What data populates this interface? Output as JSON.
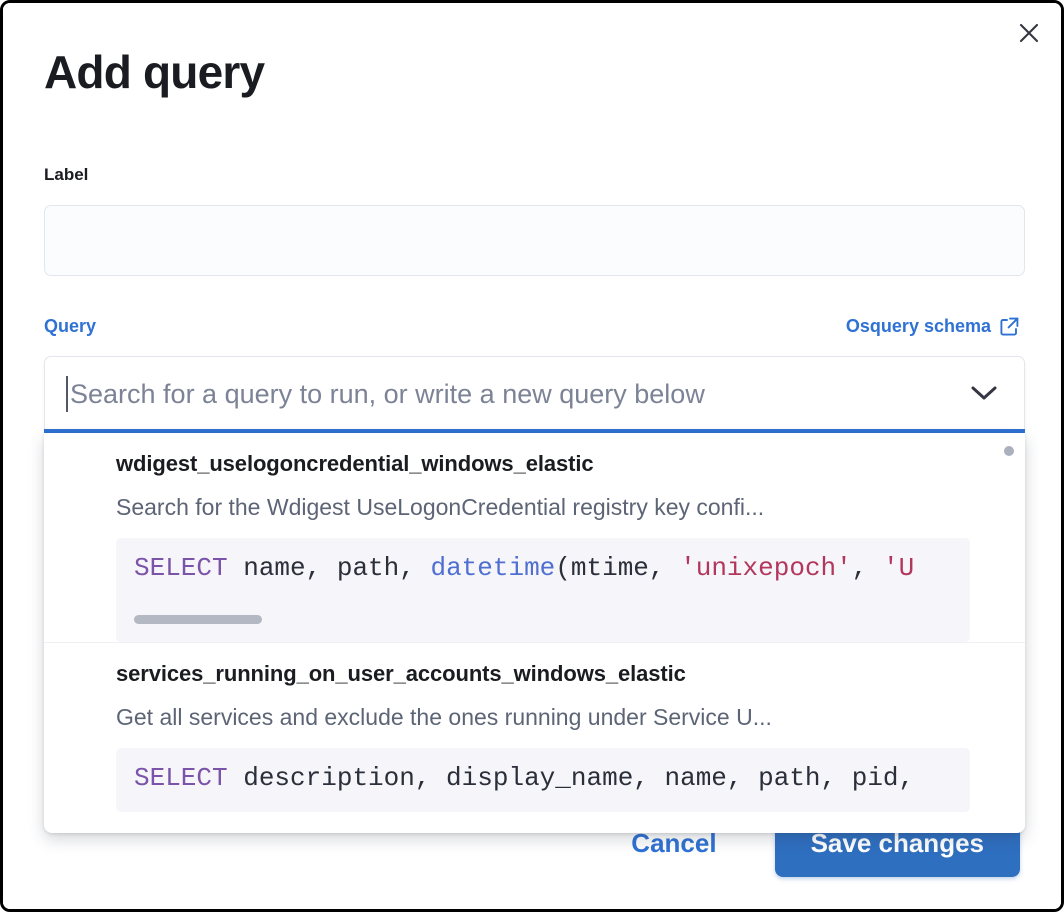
{
  "modal": {
    "title": "Add query",
    "close_icon": "close-icon"
  },
  "label_field": {
    "label": "Label",
    "value": "",
    "placeholder": ""
  },
  "query_field": {
    "label": "Query",
    "schema_link": "Osquery schema",
    "schema_link_icon": "external-link-icon",
    "combobox_value": "",
    "combobox_placeholder": "Search for a query to run, or write a new query below",
    "chevron_icon": "chevron-down-icon"
  },
  "dropdown": {
    "options": [
      {
        "title": "wdigest_uselogoncredential_windows_elastic",
        "description": "Search for the Wdigest UseLogonCredential registry key confi...",
        "code_tokens": [
          {
            "t": "SELECT",
            "c": "kw"
          },
          {
            "t": " name, path, ",
            "c": "plain"
          },
          {
            "t": "datetime",
            "c": "fn"
          },
          {
            "t": "(mtime, ",
            "c": "plain"
          },
          {
            "t": "'unixepoch'",
            "c": "str"
          },
          {
            "t": ", ",
            "c": "plain"
          },
          {
            "t": "'U",
            "c": "str"
          }
        ],
        "has_scrollbar": true
      },
      {
        "title": "services_running_on_user_accounts_windows_elastic",
        "description": "Get all services and exclude the ones running under Service U...",
        "code_tokens": [
          {
            "t": "SELECT",
            "c": "kw"
          },
          {
            "t": " description, display_name, name, path, pid,",
            "c": "plain"
          }
        ],
        "has_scrollbar": false
      }
    ]
  },
  "footer": {
    "cancel_label": "Cancel",
    "save_label": "Save changes"
  },
  "colors": {
    "accent_blue": "#2f72d4",
    "save_button_blue": "#2f6fc0",
    "title_dark": "#1a1c21",
    "placeholder_gray": "#7c8396",
    "code_background": "#f5f5fa",
    "keyword_purple": "#7b53a8",
    "function_blue": "#4f6fd1",
    "string_red": "#b3375b"
  }
}
